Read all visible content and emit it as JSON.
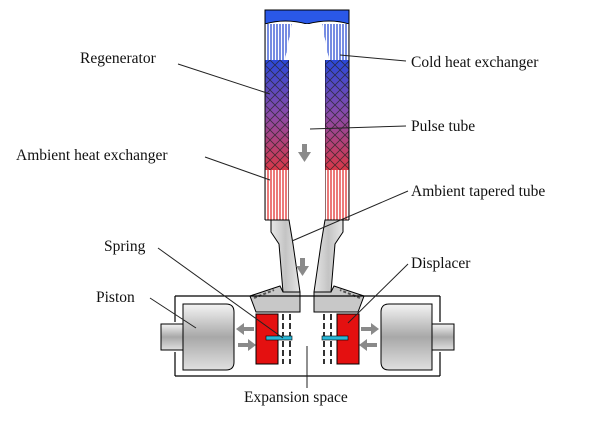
{
  "labels": {
    "regenerator": "Regenerator",
    "cold_heat_exchanger": "Cold heat exchanger",
    "pulse_tube": "Pulse tube",
    "ambient_heat_exchanger": "Ambient heat exchanger",
    "ambient_tapered_tube": "Ambient tapered tube",
    "spring": "Spring",
    "displacer": "Displacer",
    "piston": "Piston",
    "expansion_space": "Expansion space"
  },
  "colors": {
    "cold_blue": "#1a3fd0",
    "warm_red": "#e02020",
    "tube_gray": "#d8d8d8",
    "piston_gray": "#b4b4b4",
    "flow_arrow": "#8a8a8a",
    "spring_cyan": "#2ab8d8",
    "outline": "#000000"
  }
}
